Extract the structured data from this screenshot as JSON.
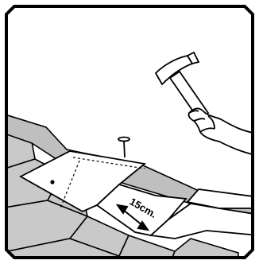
{
  "illustration": {
    "measurement_label": "15cm.",
    "colors": {
      "ink": "#000000",
      "background": "#ffffff",
      "shingle_fill": "#ffffff",
      "lower_shingle_fill": "#c9c9c9",
      "ridge_shadow": "#bfbfbf"
    },
    "objects": [
      "hammer-icon",
      "hand-icon",
      "roofing-nail-icon",
      "shingle",
      "measurement-arrow"
    ]
  }
}
